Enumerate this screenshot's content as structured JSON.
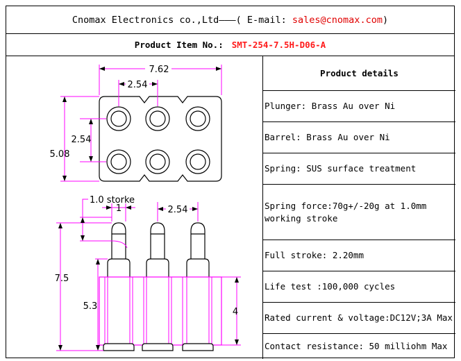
{
  "header": {
    "company": "Cnomax Electronics co.,Ltd",
    "dash": "———",
    "email_open": "( E-mail: ",
    "email": "sales@cnomax.com",
    "email_close": ")"
  },
  "product_item": {
    "label": "Product Item No.:",
    "value": "SMT-254-7.5H-D06-A"
  },
  "drawing": {
    "top_view": {
      "width_label": "7.62",
      "pitch_x_label": "2.54",
      "pitch_y_label": "2.54",
      "height_label": "5.08"
    },
    "side_view": {
      "stroke_label": "1.0 storke",
      "stroke_value": "1",
      "pitch_label": "2.54",
      "total_height_label": "7.5",
      "body_height_label": "5.3",
      "insulator_label": "4"
    },
    "colors": {
      "lines": "#ff00ff",
      "outline": "#000000"
    }
  },
  "details": {
    "title": "Product details",
    "rows": [
      "Plunger: Brass Au over Ni",
      "Barrel: Brass Au over Ni",
      "Spring: SUS surface treatment",
      "Spring force:70g+/-20g at 1.0mm working stroke",
      "Full stroke: 2.20mm",
      "Life test :100,000 cycles",
      "Rated current & voltage:DC12V;3A Max",
      "Contact resistance: 50 milliohm Max"
    ]
  }
}
